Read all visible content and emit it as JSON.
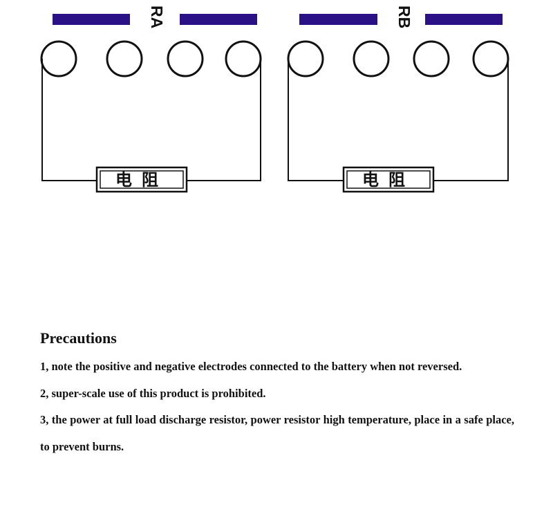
{
  "colors": {
    "bar": "#2a1186",
    "line": "#111111",
    "background": "#ffffff"
  },
  "diagram": {
    "left": {
      "label": "RA",
      "resistor_label": "电阻"
    },
    "right": {
      "label": "RB",
      "resistor_label": "电阻"
    }
  },
  "precautions": {
    "title": "Precautions",
    "items": [
      "1, note the positive and negative electrodes connected to the battery when not reversed.",
      "2, super-scale use of this product is prohibited.",
      "3, the power at full load discharge resistor, power resistor high temperature, place in a safe place, to prevent burns."
    ]
  }
}
